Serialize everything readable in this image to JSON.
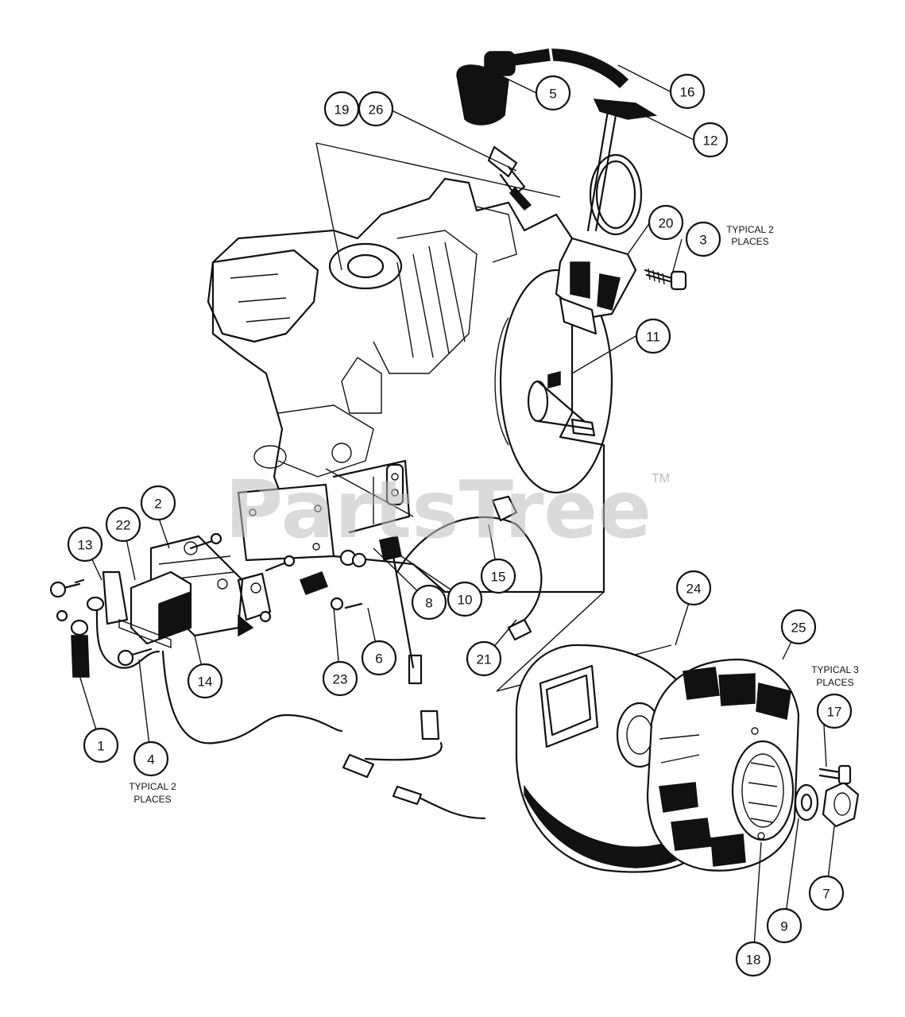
{
  "watermark": {
    "text": "PartsTree",
    "trademark": "TM"
  },
  "notes": {
    "typical2_a": [
      "TYPICAL 2",
      "PLACES"
    ],
    "typical2_b": [
      "TYPICAL 2",
      "PLACES"
    ],
    "typical3": [
      "TYPICAL 3",
      "PLACES"
    ]
  },
  "callouts": [
    {
      "id": "c1",
      "label": "1"
    },
    {
      "id": "c2",
      "label": "2"
    },
    {
      "id": "c3",
      "label": "3"
    },
    {
      "id": "c4",
      "label": "4"
    },
    {
      "id": "c5",
      "label": "5"
    },
    {
      "id": "c6",
      "label": "6"
    },
    {
      "id": "c7",
      "label": "7"
    },
    {
      "id": "c8",
      "label": "8"
    },
    {
      "id": "c9",
      "label": "9"
    },
    {
      "id": "c10",
      "label": "10"
    },
    {
      "id": "c11",
      "label": "11"
    },
    {
      "id": "c12",
      "label": "12"
    },
    {
      "id": "c13",
      "label": "13"
    },
    {
      "id": "c14",
      "label": "14"
    },
    {
      "id": "c15",
      "label": "15"
    },
    {
      "id": "c16",
      "label": "16"
    },
    {
      "id": "c17",
      "label": "17"
    },
    {
      "id": "c18",
      "label": "18"
    },
    {
      "id": "c19",
      "label": "19"
    },
    {
      "id": "c20",
      "label": "20"
    },
    {
      "id": "c21",
      "label": "21"
    },
    {
      "id": "c22",
      "label": "22"
    },
    {
      "id": "c23",
      "label": "23"
    },
    {
      "id": "c24",
      "label": "24"
    },
    {
      "id": "c25",
      "label": "25"
    },
    {
      "id": "c26",
      "label": "26"
    }
  ]
}
